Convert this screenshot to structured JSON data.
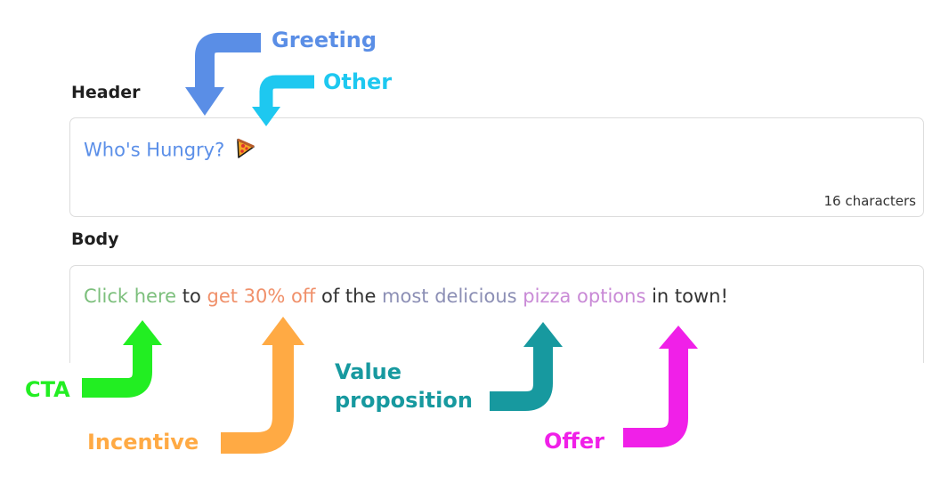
{
  "header": {
    "label": "Header",
    "text": "Who's Hungry?",
    "emoji_icon": "pizza-icon",
    "char_count": "16 characters"
  },
  "body": {
    "label": "Body",
    "segments": [
      {
        "text": "Click here",
        "color": "#7cbf7c"
      },
      {
        "text": " to ",
        "color": "#333333"
      },
      {
        "text": "get 30% off",
        "color": "#f0906a"
      },
      {
        "text": " of the ",
        "color": "#333333"
      },
      {
        "text": "most delicious",
        "color": "#8c8fb5"
      },
      {
        "text": " ",
        "color": "#333333"
      },
      {
        "text": "pizza options",
        "color": "#c98ad6"
      },
      {
        "text": " in town!",
        "color": "#333333"
      }
    ]
  },
  "annotations": {
    "greeting": {
      "label": "Greeting",
      "color": "#5a8ee6"
    },
    "other": {
      "label": "Other",
      "color": "#1ec8f0"
    },
    "cta": {
      "label": "CTA",
      "color": "#22ee22"
    },
    "incentive": {
      "label": "Incentive",
      "color": "#ffaa44"
    },
    "value_prop_line1": "Value",
    "value_prop_line2": "proposition",
    "value_prop_color": "#17999f",
    "offer": {
      "label": "Offer",
      "color": "#f020e8"
    }
  },
  "colors": {
    "header_text": "#5b8fe8"
  }
}
